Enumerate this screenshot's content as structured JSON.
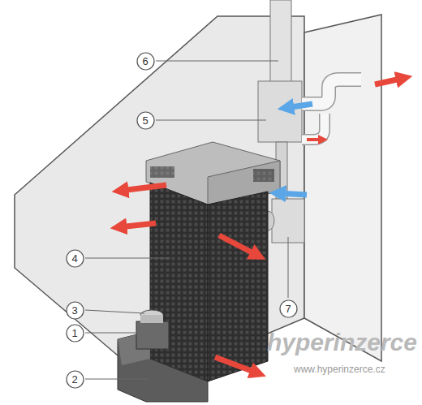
{
  "diagram": {
    "nodes": [
      {
        "text": [
          "6"
        ]
      },
      {
        "text": [
          "5"
        ]
      },
      {
        "text": [
          "4"
        ]
      },
      {
        "text": [
          "7"
        ]
      },
      {
        "text": [
          "3"
        ]
      },
      {
        "text": [
          "1"
        ]
      },
      {
        "text": [
          "2"
        ]
      }
    ],
    "labels": [
      "hyperinzerce",
      "www.hyperinzerce.cz"
    ]
  }
}
